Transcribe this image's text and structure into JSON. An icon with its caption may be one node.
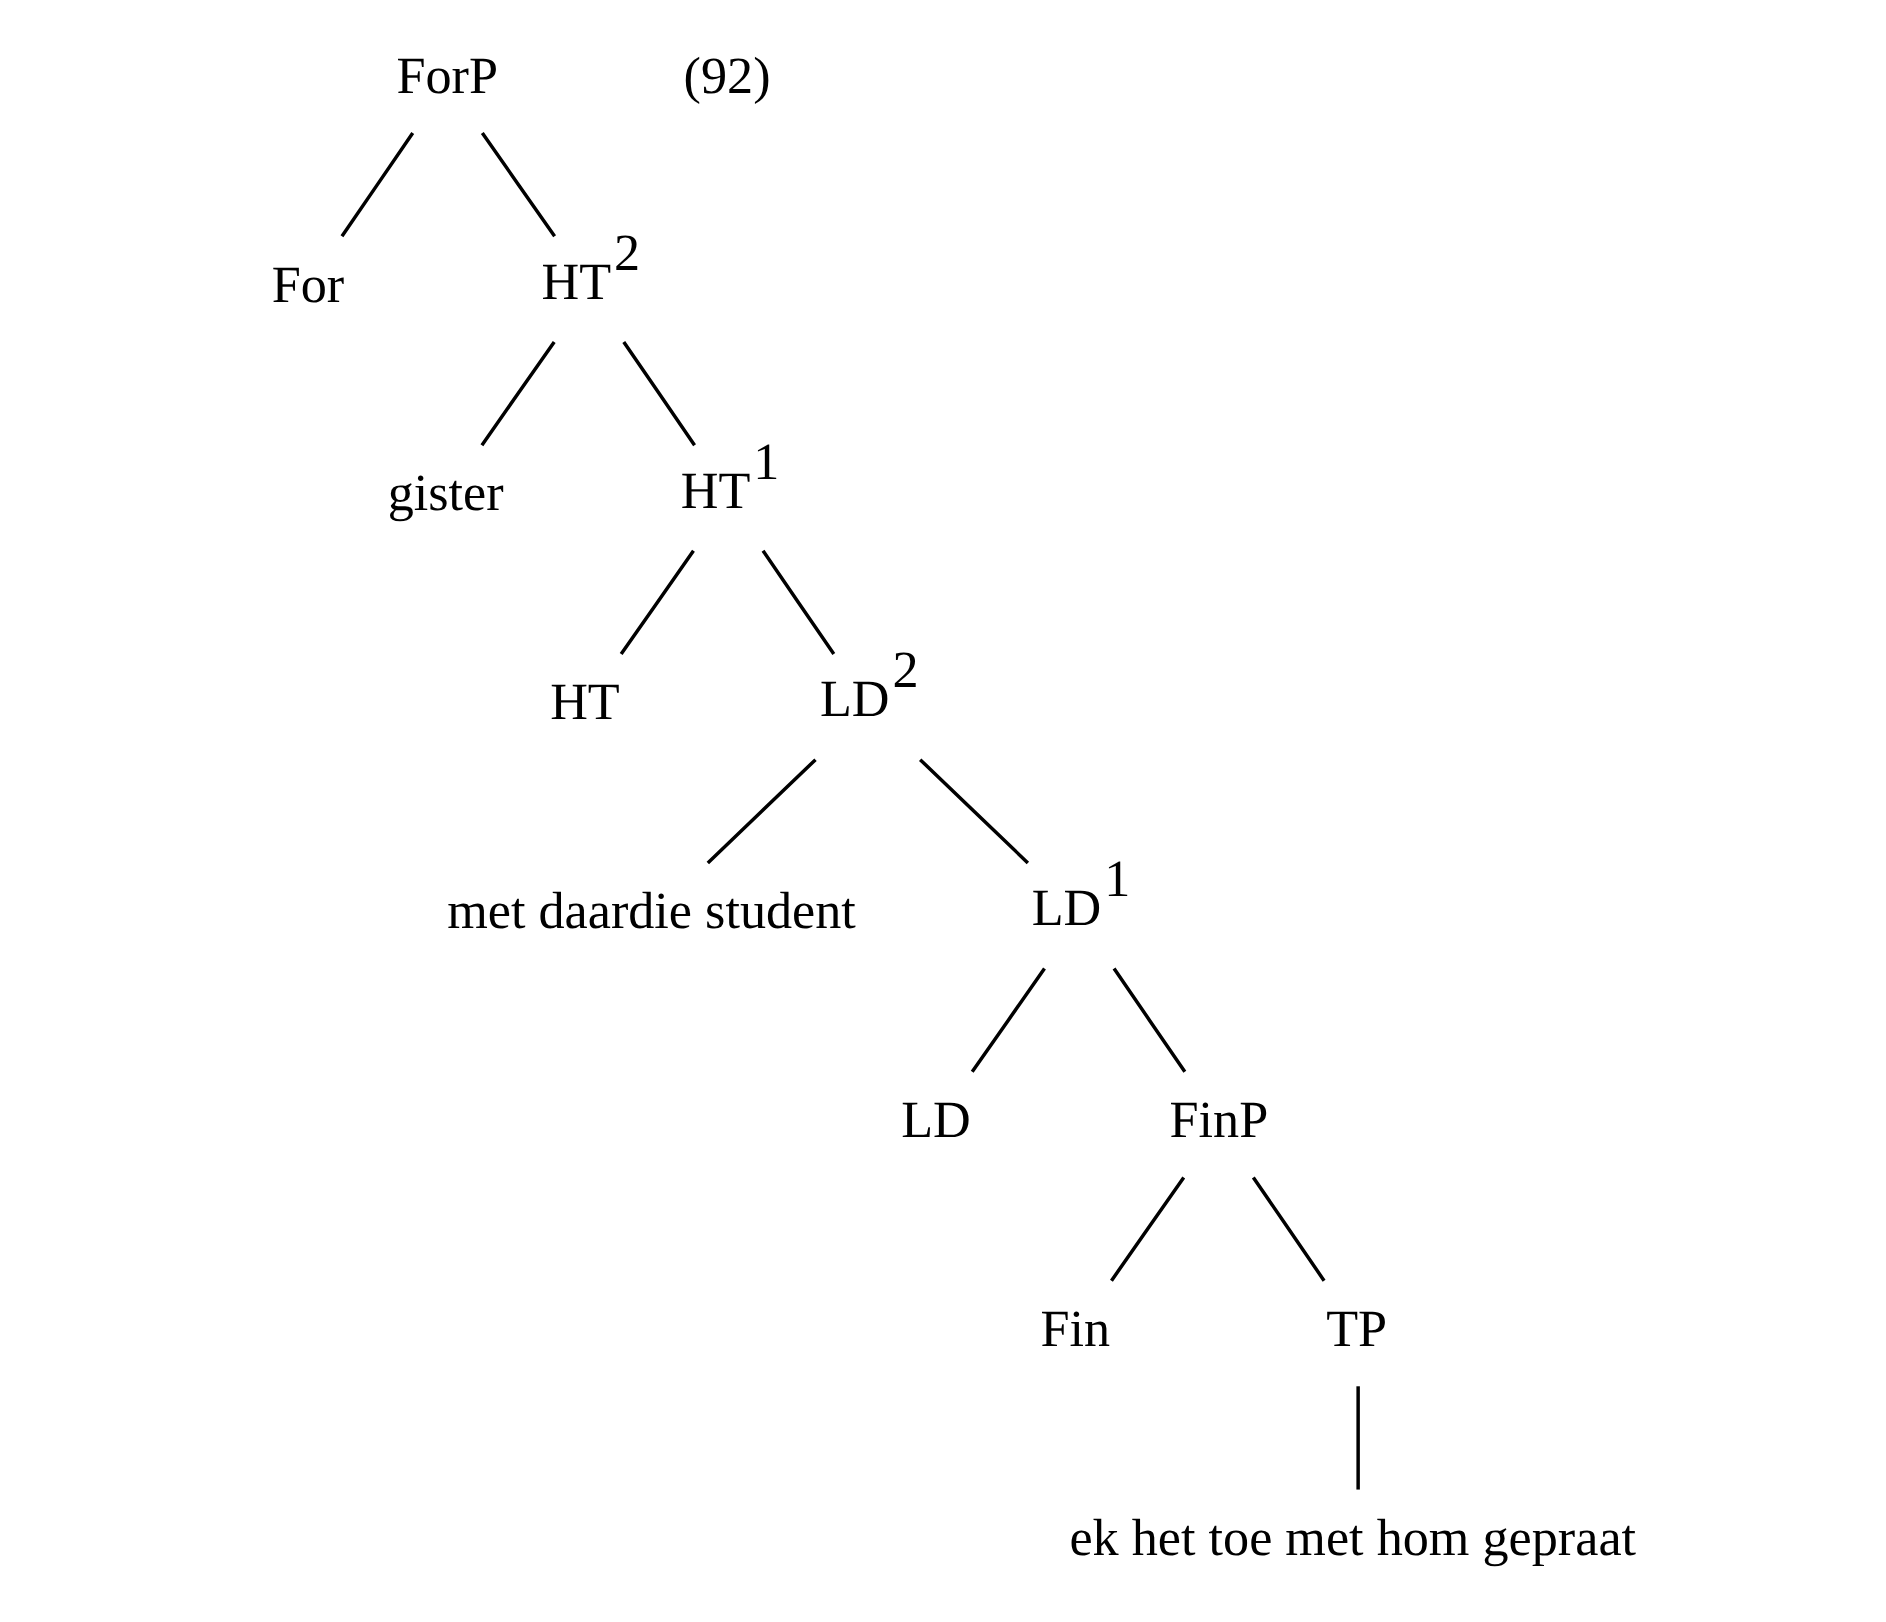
{
  "diagram": {
    "nodes": [
      {
        "text": [
          "ForP"
        ]
      },
      {
        "text": [
          "For"
        ]
      },
      {
        "text": [
          "HT$^{2}$"
        ]
      },
      {
        "text": [
          "gister"
        ]
      },
      {
        "text": [
          "HT$^{1}$"
        ]
      },
      {
        "text": [
          "HT"
        ]
      },
      {
        "text": [
          "LD$^{2}$"
        ]
      },
      {
        "text": [
          "met daardie student"
        ]
      },
      {
        "text": [
          "LD$^{1}$"
        ]
      },
      {
        "text": [
          "LD"
        ]
      },
      {
        "text": [
          "FinP"
        ]
      },
      {
        "text": [
          "Fin"
        ]
      },
      {
        "text": [
          "TP"
        ]
      },
      {
        "text": [
          "ek het toe met hom gepraat"
        ]
      }
    ],
    "edges": [
      {
        "from": 0,
        "to": 1,
        "arrow": "none"
      },
      {
        "from": 0,
        "to": 2,
        "arrow": "none"
      },
      {
        "from": 2,
        "to": 3,
        "arrow": "none"
      },
      {
        "from": 2,
        "to": 4,
        "arrow": "none"
      },
      {
        "from": 4,
        "to": 5,
        "arrow": "none"
      },
      {
        "from": 4,
        "to": 6,
        "arrow": "none"
      },
      {
        "from": 6,
        "to": 7,
        "arrow": "none"
      },
      {
        "from": 6,
        "to": 8,
        "arrow": "none"
      },
      {
        "from": 8,
        "to": 9,
        "arrow": "none"
      },
      {
        "from": 8,
        "to": 10,
        "arrow": "none"
      },
      {
        "from": 10,
        "to": 11,
        "arrow": "none"
      },
      {
        "from": 10,
        "to": 12,
        "arrow": "none"
      },
      {
        "from": 12,
        "to": 13,
        "arrow": "none"
      }
    ],
    "labels": [
      "(92)"
    ]
  }
}
